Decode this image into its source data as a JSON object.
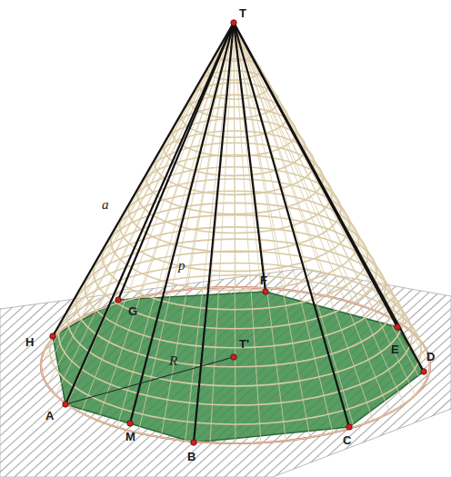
{
  "diagram": {
    "labels": [
      "T",
      "a",
      "p",
      "G",
      "F",
      "H",
      "T'",
      "R",
      "E",
      "D",
      "A",
      "M",
      "B",
      "C"
    ]
  }
}
